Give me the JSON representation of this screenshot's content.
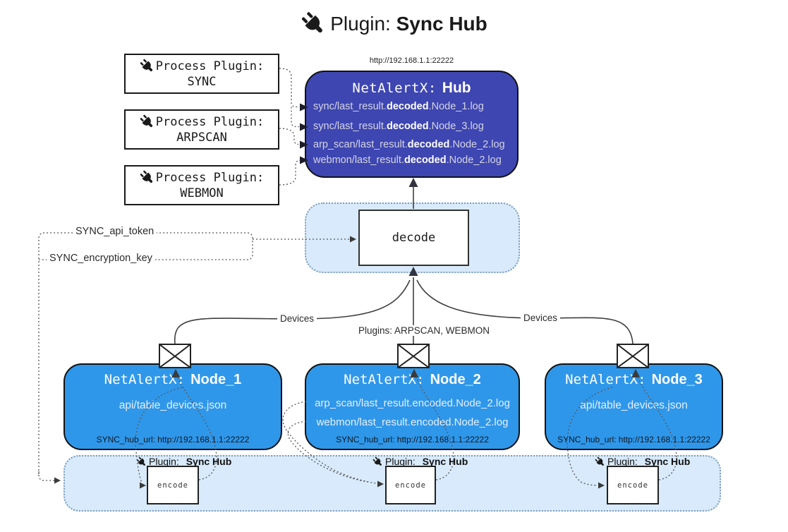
{
  "title": {
    "prefix": "Plugin:",
    "name": "Sync Hub"
  },
  "process_plugins": [
    {
      "label": "Process Plugin:",
      "name": "SYNC"
    },
    {
      "label": "Process Plugin:",
      "name": "ARPSCAN"
    },
    {
      "label": "Process Plugin:",
      "name": "WEBMON"
    }
  ],
  "hub": {
    "url": "http://192.168.1.1:22222",
    "title_prefix": "NetAlertX:",
    "title_name": "Hub",
    "logs": [
      {
        "pre": "sync/last_result.",
        "bold": "decoded",
        "post": ".Node_1.log"
      },
      {
        "pre": "sync/last_result.",
        "bold": "decoded",
        "post": ".Node_3.log"
      },
      {
        "pre": "arp_scan/last_result.",
        "bold": "decoded",
        "post": ".Node_2.log"
      },
      {
        "pre": "webmon/last_result.",
        "bold": "decoded",
        "post": ".Node_2.log"
      }
    ]
  },
  "decode_label": "decode",
  "encode_label": "encode",
  "config": {
    "api_token": "SYNC_api_token",
    "encryption_key": "SYNC_encryption_key"
  },
  "edges": {
    "devices_left": "Devices",
    "plugins_middle": "Plugins: ARPSCAN, WEBMON",
    "devices_right": "Devices"
  },
  "nodes": [
    {
      "title_prefix": "NetAlertX:",
      "title_name": "Node_1",
      "files": [
        "api/table_devices.json"
      ],
      "hub_url": "SYNC_hub_url: http://192.168.1.1:22222"
    },
    {
      "title_prefix": "NetAlertX:",
      "title_name": "Node_2",
      "files": [
        "arp_scan/last_result.encoded.Node_2.log",
        "webmon/last_result.encoded.Node_2.log"
      ],
      "hub_url": "SYNC_hub_url: http://192.168.1.1:22222"
    },
    {
      "title_prefix": "NetAlertX:",
      "title_name": "Node_3",
      "files": [
        "api/table_devices.json"
      ],
      "hub_url": "SYNC_hub_url: http://192.168.1.1:22222"
    }
  ],
  "band_label": {
    "prefix": "Plugin:",
    "name": "Sync Hub"
  },
  "colors": {
    "hub_bg": "#3E46B2",
    "node_bg": "#2F97EA",
    "band_bg": "#D8EAFB",
    "band_border": "#7E9DBD",
    "line": "#3F3F3F",
    "hub_log_text": "#D4D5E1"
  }
}
